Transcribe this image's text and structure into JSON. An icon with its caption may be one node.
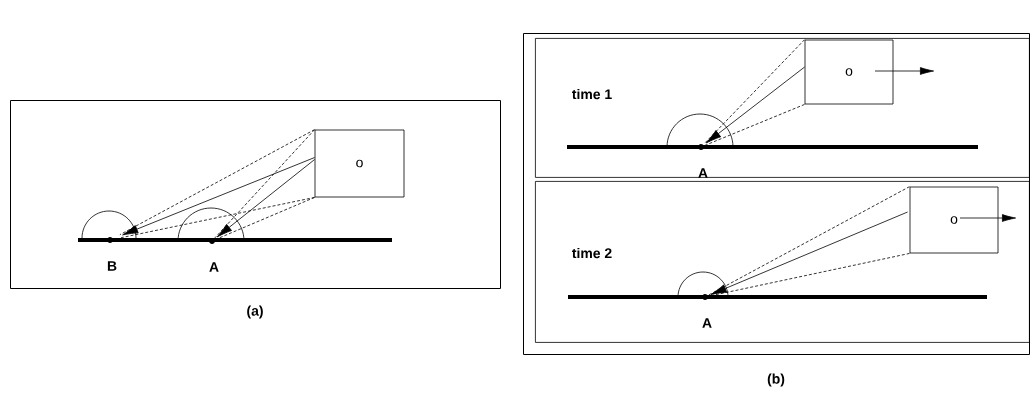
{
  "diagram": {
    "nodes": [
      {
        "text": [],
        "shape": "box"
      },
      {
        "text": [
          "o"
        ],
        "in": 0
      },
      {
        "text": [],
        "shape": "circle",
        "beside": [
          "B"
        ],
        "in": 0
      },
      {
        "text": [],
        "shape": "circle",
        "beside": [
          "A"
        ],
        "in": 0
      },
      {
        "text": [],
        "shape": "box"
      },
      {
        "text": [
          "time 1"
        ],
        "in": 4
      },
      {
        "text": [
          "o"
        ],
        "in": 5
      },
      {
        "text": [],
        "shape": "circle",
        "beside": [
          "A"
        ],
        "in": 5
      },
      {
        "text": [
          "time 2"
        ],
        "in": 4
      },
      {
        "text": [
          "o"
        ],
        "in": 8
      },
      {
        "text": [],
        "shape": "circle",
        "beside": [
          "A"
        ],
        "in": 8
      }
    ],
    "edges": [
      {
        "from": 1,
        "to": 2,
        "arrow": "none",
        "style": "dashed"
      },
      {
        "from": 1,
        "to": 2,
        "arrow": "to"
      },
      {
        "from": 1,
        "to": 2,
        "arrow": "none",
        "style": "dashed"
      },
      {
        "from": 1,
        "to": 3,
        "arrow": "none",
        "style": "dashed"
      },
      {
        "from": 1,
        "to": 3,
        "arrow": "to"
      },
      {
        "from": 1,
        "to": 3,
        "arrow": "none",
        "style": "dashed"
      },
      {
        "from": 6,
        "to": 7,
        "arrow": "none",
        "style": "dashed"
      },
      {
        "from": 6,
        "to": 7,
        "arrow": "to"
      },
      {
        "from": 6,
        "to": 7,
        "arrow": "none",
        "style": "dashed"
      },
      {
        "from": 9,
        "to": 10,
        "arrow": "none",
        "style": "dashed"
      },
      {
        "from": 9,
        "to": 10,
        "arrow": "to"
      },
      {
        "from": 9,
        "to": 10,
        "arrow": "none",
        "style": "dashed"
      }
    ],
    "labels": [
      "(a)",
      "(b)"
    ]
  }
}
